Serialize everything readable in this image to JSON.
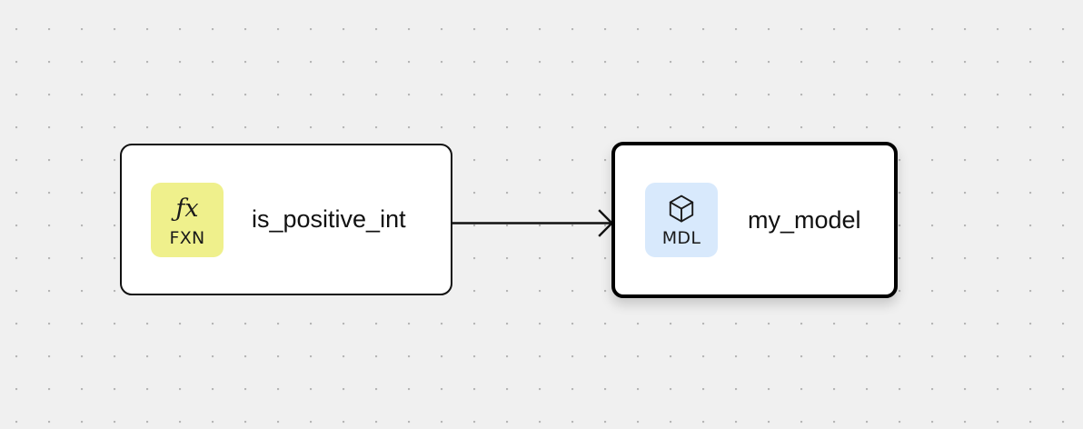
{
  "canvas": {
    "background_color": "#f0f0f0",
    "dot_color": "#b6b6b6",
    "grid_spacing": 36
  },
  "nodes": [
    {
      "id": "is_positive_int",
      "title": "is_positive_int",
      "badge": {
        "glyph": "ƒx",
        "glyph_icon_name": "function-fx-icon",
        "label": "FXN",
        "color": "#eff08c"
      },
      "selected": false
    },
    {
      "id": "my_model",
      "title": "my_model",
      "badge": {
        "glyph": "",
        "glyph_icon_name": "cube-box-icon",
        "label": "MDL",
        "color": "#d8e9fc"
      },
      "selected": true
    }
  ],
  "edges": [
    {
      "id": "edge-fxn-to-mdl",
      "from": "is_positive_int",
      "to": "my_model",
      "color": "#111111",
      "arrowhead": "open-chevron"
    }
  ]
}
